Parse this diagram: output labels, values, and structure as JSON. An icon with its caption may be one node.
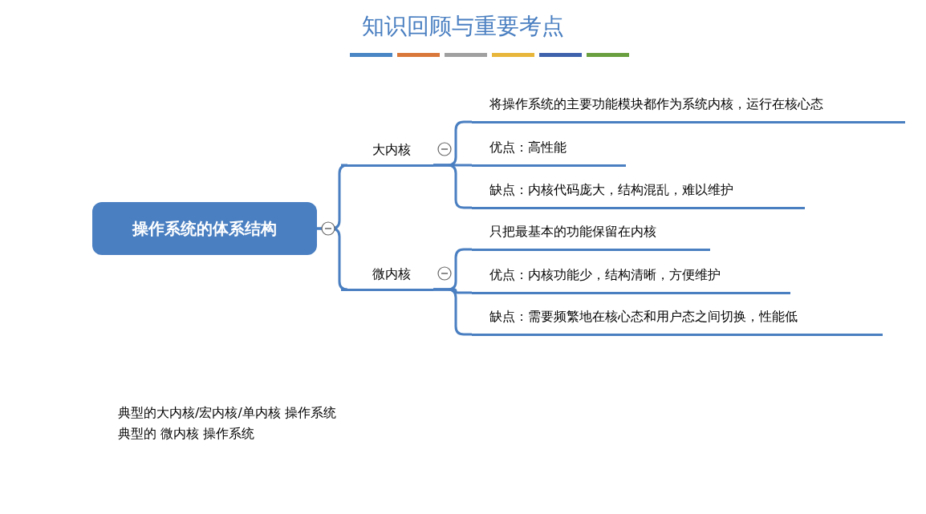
{
  "diagram": {
    "title": "知识回顾与重要考点",
    "nodes": [
      {
        "text": [
          "操作系统的体系结构"
        ]
      },
      {
        "text": [
          "大内核"
        ]
      },
      {
        "text": [
          "微内核"
        ]
      },
      {
        "text": [
          "将操作系统的主要功能模块都作为系统内核，运行在核心态"
        ]
      },
      {
        "text": [
          "优点：高性能"
        ]
      },
      {
        "text": [
          "缺点：内核代码庞大，结构混乱，难以维护"
        ]
      },
      {
        "text": [
          "只把最基本的功能保留在内核"
        ]
      },
      {
        "text": [
          "优点：内核功能少，结构清晰，方便维护"
        ]
      },
      {
        "text": [
          "缺点：需要频繁地在核心态和用户态之间切换，性能低"
        ]
      }
    ],
    "edges": [
      {
        "from": 0,
        "to": 1,
        "arrow": "none"
      },
      {
        "from": 0,
        "to": 2,
        "arrow": "none"
      },
      {
        "from": 1,
        "to": 3,
        "arrow": "none"
      },
      {
        "from": 1,
        "to": 4,
        "arrow": "none"
      },
      {
        "from": 1,
        "to": 5,
        "arrow": "none"
      },
      {
        "from": 2,
        "to": 6,
        "arrow": "none"
      },
      {
        "from": 2,
        "to": 7,
        "arrow": "none"
      },
      {
        "from": 2,
        "to": 8,
        "arrow": "none"
      }
    ],
    "labels": [
      "典型的大内核/宏内核/单内核 操作系统",
      "典型的 微内核 操作系统"
    ]
  }
}
